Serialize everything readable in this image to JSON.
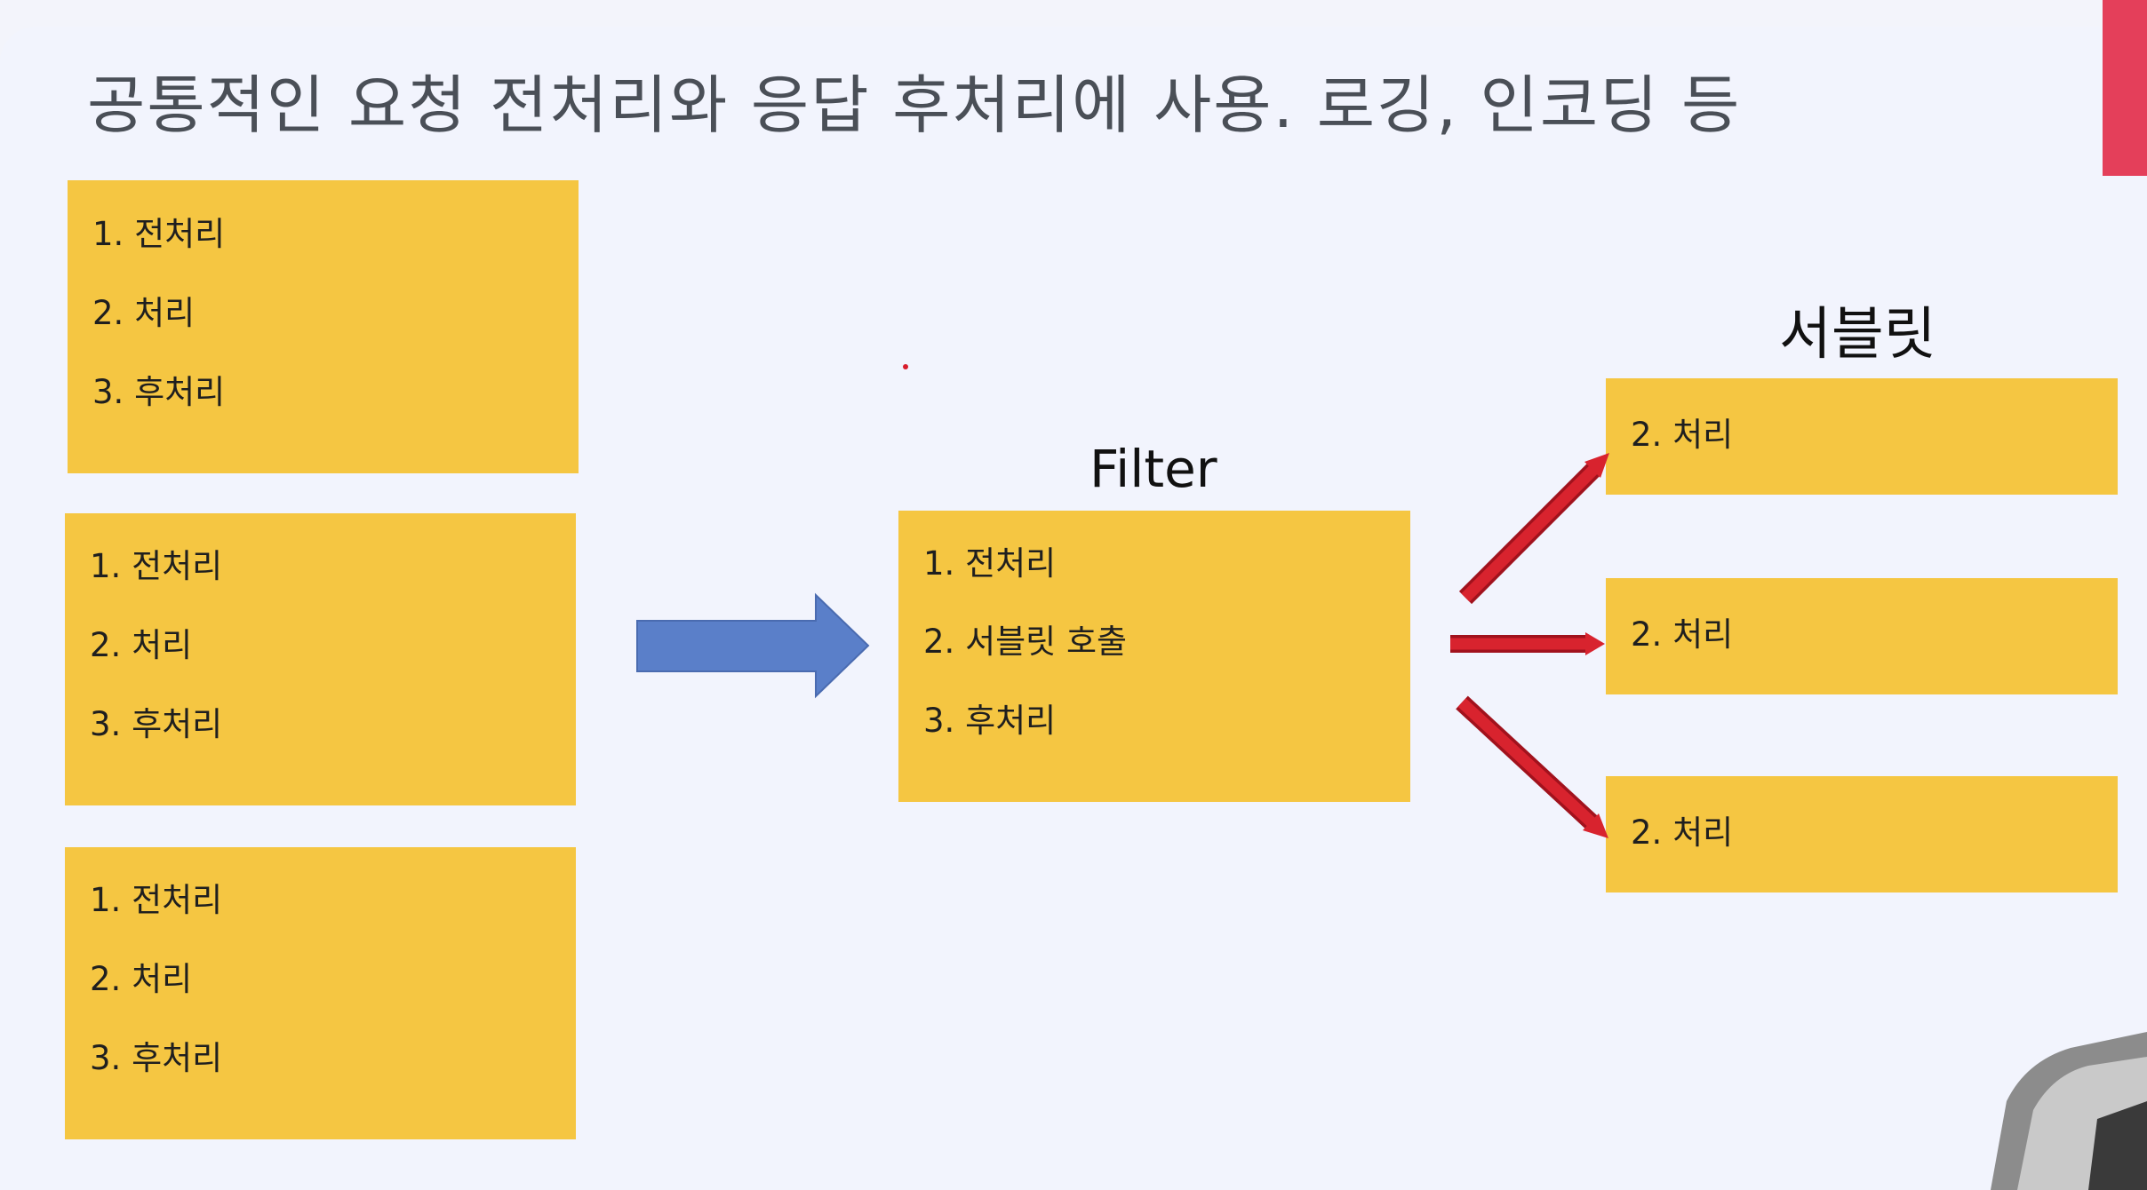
{
  "slide": {
    "title": "공통적인 요청 전처리와 응답 후처리에 사용. 로깅, 인코딩 등"
  },
  "left_boxes": [
    {
      "items": [
        "1. 전처리",
        "2. 처리",
        "3. 후처리"
      ]
    },
    {
      "items": [
        "1. 전처리",
        "2. 처리",
        "3. 후처리"
      ]
    },
    {
      "items": [
        "1. 전처리",
        "2. 처리",
        "3. 후처리"
      ]
    }
  ],
  "filter": {
    "label": "Filter",
    "items": [
      "1. 전처리",
      "2. 서블릿 호출",
      "3. 후처리"
    ]
  },
  "servlet": {
    "label": "서블릿",
    "boxes": [
      {
        "item": "2. 처리"
      },
      {
        "item": "2. 처리"
      },
      {
        "item": "2. 처리"
      }
    ]
  },
  "colors": {
    "box_fill": "#f5c642",
    "blue_arrow": "#5a7fc9",
    "red_arrow": "#d8232e",
    "accent": "#e43f5a",
    "background": "#f2f4fd"
  }
}
